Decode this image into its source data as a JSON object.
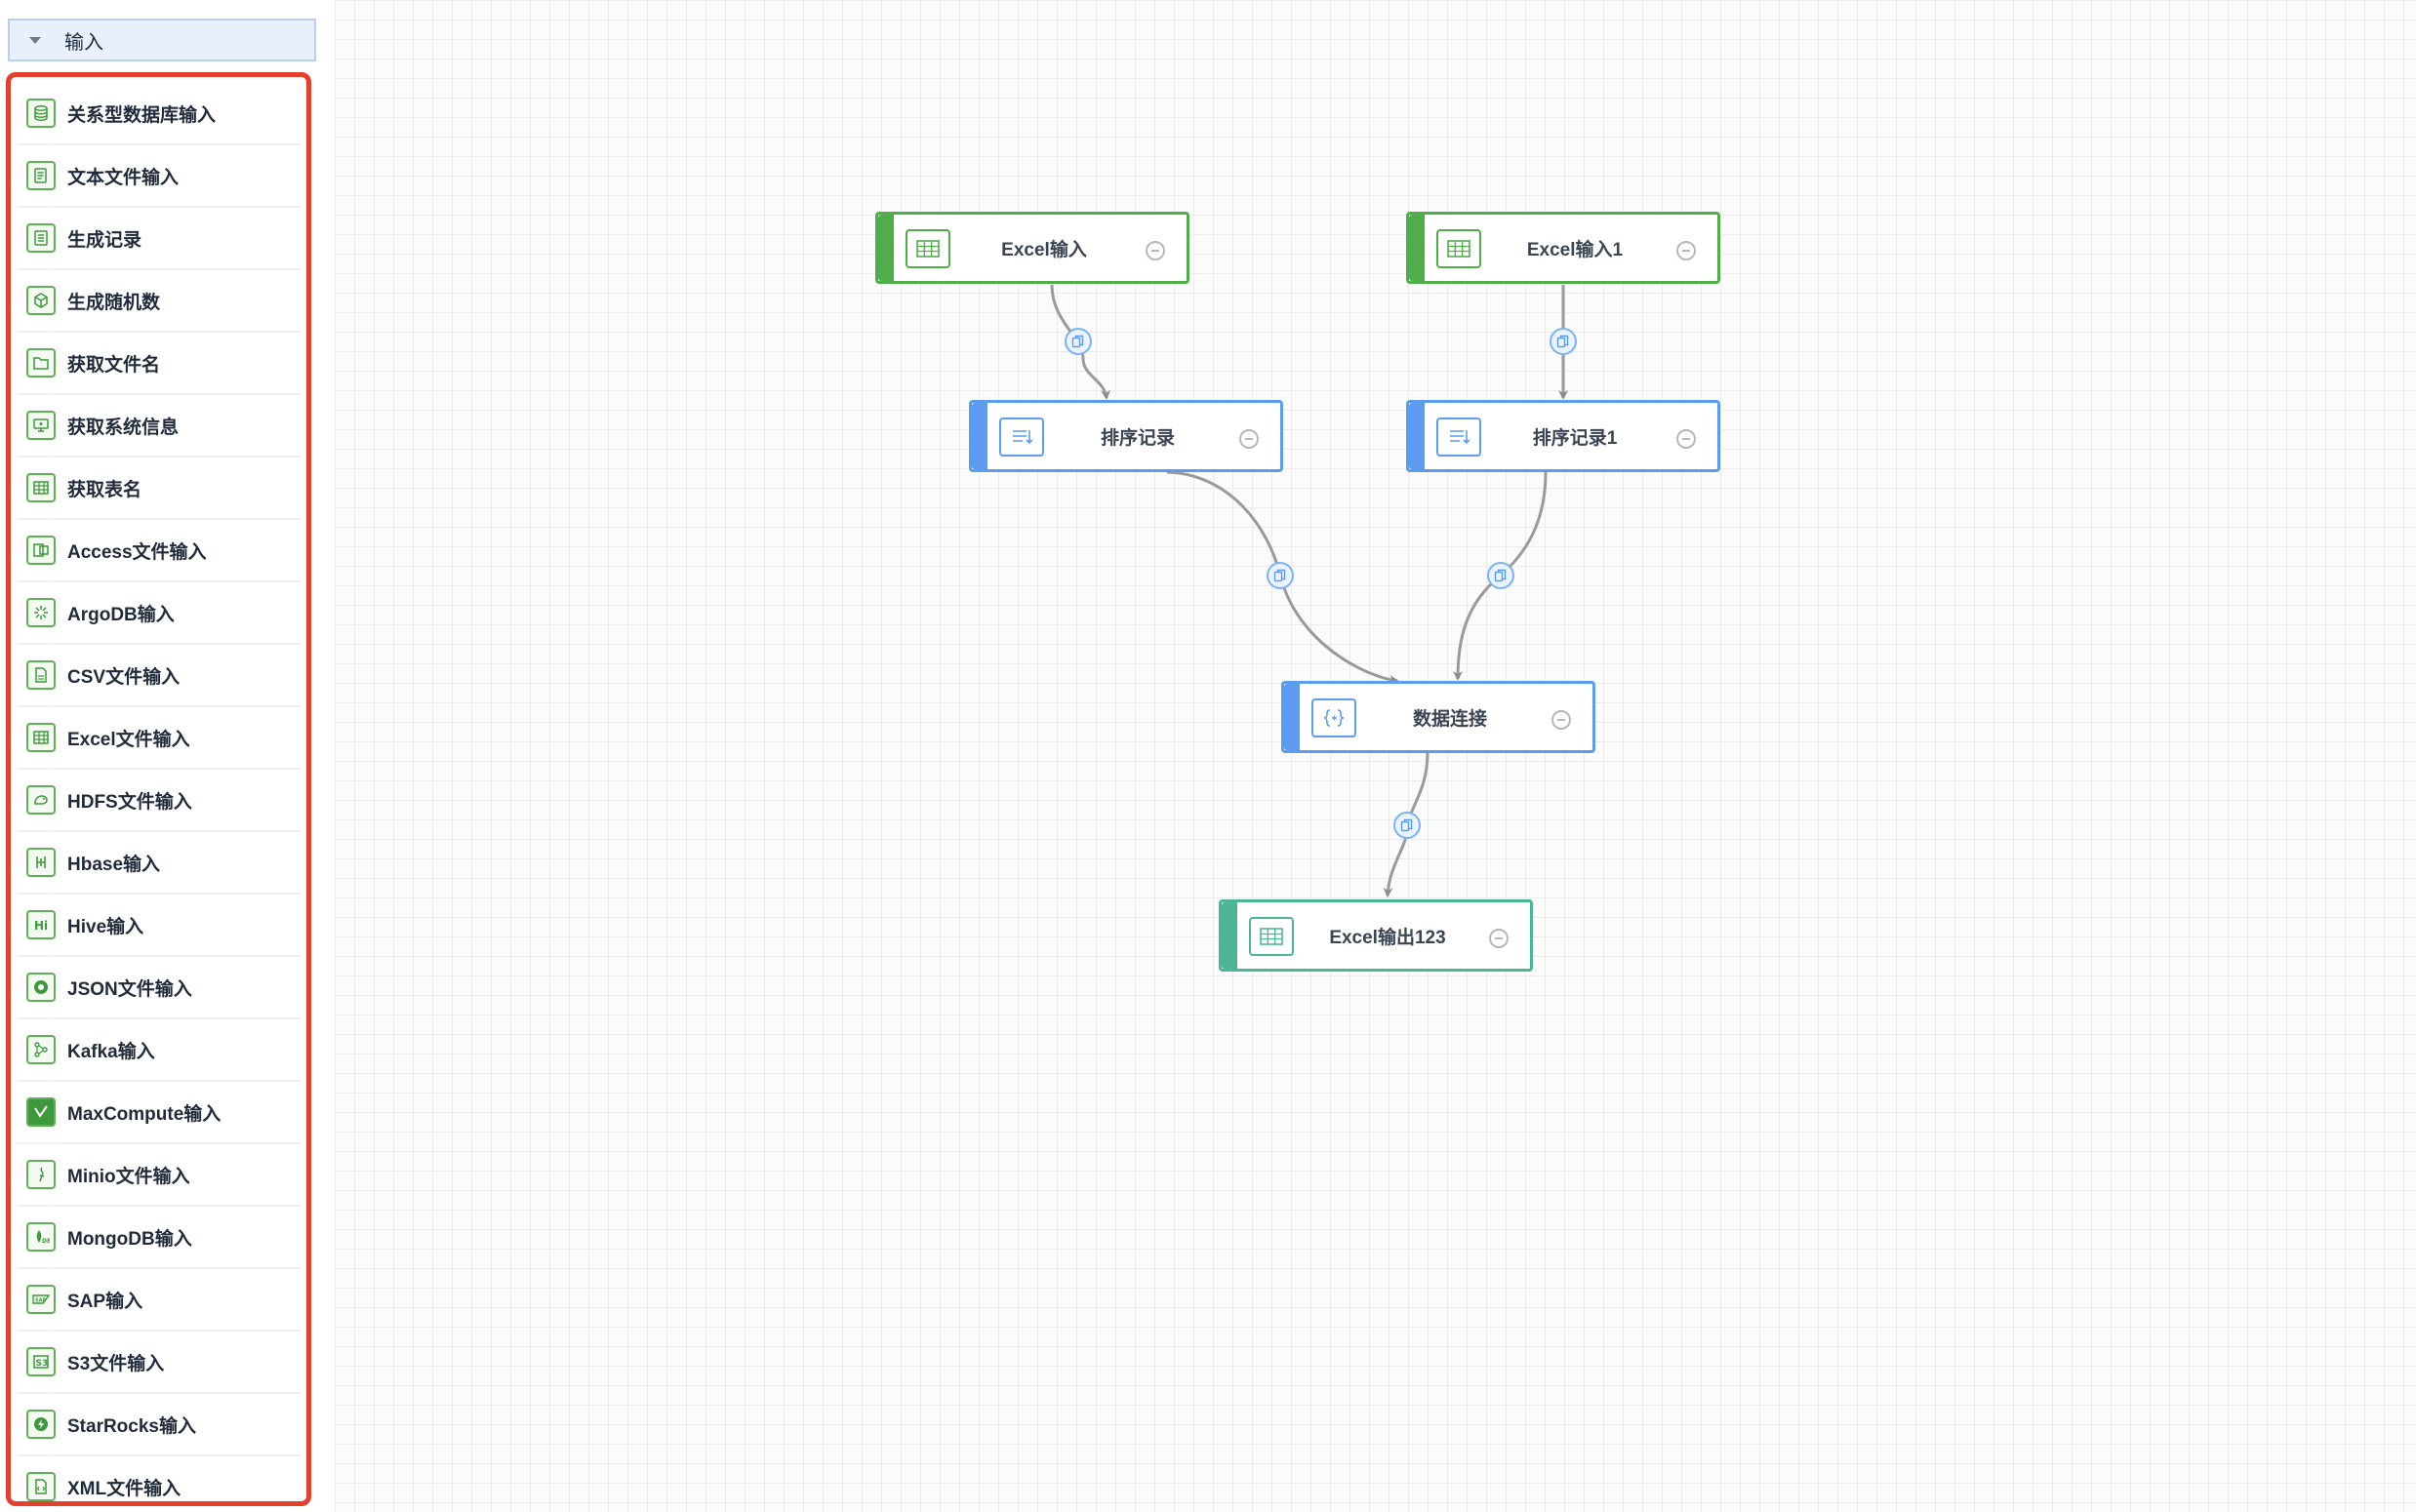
{
  "sidebar": {
    "group_label": "输入",
    "items": [
      {
        "label": "关系型数据库输入",
        "icon": "database-icon"
      },
      {
        "label": "文本文件输入",
        "icon": "text-file-icon"
      },
      {
        "label": "生成记录",
        "icon": "record-icon"
      },
      {
        "label": "生成随机数",
        "icon": "cube-icon"
      },
      {
        "label": "获取文件名",
        "icon": "folder-icon"
      },
      {
        "label": "获取系统信息",
        "icon": "system-info-icon"
      },
      {
        "label": "获取表名",
        "icon": "table-icon"
      },
      {
        "label": "Access文件输入",
        "icon": "access-icon"
      },
      {
        "label": "ArgoDB输入",
        "icon": "argodb-icon"
      },
      {
        "label": "CSV文件输入",
        "icon": "csv-icon"
      },
      {
        "label": "Excel文件输入",
        "icon": "excel-icon"
      },
      {
        "label": "HDFS文件输入",
        "icon": "hdfs-icon"
      },
      {
        "label": "Hbase输入",
        "icon": "hbase-icon"
      },
      {
        "label": "Hive输入",
        "icon": "hive-icon"
      },
      {
        "label": "JSON文件输入",
        "icon": "json-icon"
      },
      {
        "label": "Kafka输入",
        "icon": "kafka-icon"
      },
      {
        "label": "MaxCompute输入",
        "icon": "maxcompute-icon"
      },
      {
        "label": "Minio文件输入",
        "icon": "minio-icon"
      },
      {
        "label": "MongoDB输入",
        "icon": "mongodb-icon"
      },
      {
        "label": "SAP输入",
        "icon": "sap-icon"
      },
      {
        "label": "S3文件输入",
        "icon": "s3-icon"
      },
      {
        "label": "StarRocks输入",
        "icon": "starrocks-icon"
      },
      {
        "label": "XML文件输入",
        "icon": "xml-icon"
      }
    ]
  },
  "flow": {
    "nodes": [
      {
        "id": "excel-input",
        "label": "Excel输入",
        "color": "#4fae4a",
        "icon": "table-icon"
      },
      {
        "id": "excel-input-1",
        "label": "Excel输入1",
        "color": "#4fae4a",
        "icon": "table-icon"
      },
      {
        "id": "sort-records",
        "label": "排序记录",
        "color": "#5b9cf0",
        "icon": "sort-icon"
      },
      {
        "id": "sort-records-1",
        "label": "排序记录1",
        "color": "#5b9cf0",
        "icon": "sort-icon"
      },
      {
        "id": "data-join",
        "label": "数据连接",
        "color": "#5b9cf0",
        "icon": "join-icon"
      },
      {
        "id": "excel-output-123",
        "label": "Excel输出123",
        "color": "#4bb596",
        "icon": "table-icon"
      }
    ],
    "edges": [
      {
        "from": "excel-input",
        "to": "sort-records"
      },
      {
        "from": "excel-input-1",
        "to": "sort-records-1"
      },
      {
        "from": "sort-records",
        "to": "data-join"
      },
      {
        "from": "sort-records-1",
        "to": "data-join"
      },
      {
        "from": "data-join",
        "to": "excel-output-123"
      }
    ]
  },
  "colors": {
    "highlight_border": "#e2402c",
    "input_green": "#4fae4a",
    "transform_blue": "#5b9cf0",
    "output_teal": "#4bb596",
    "edge_gray": "#9a9a9a"
  }
}
